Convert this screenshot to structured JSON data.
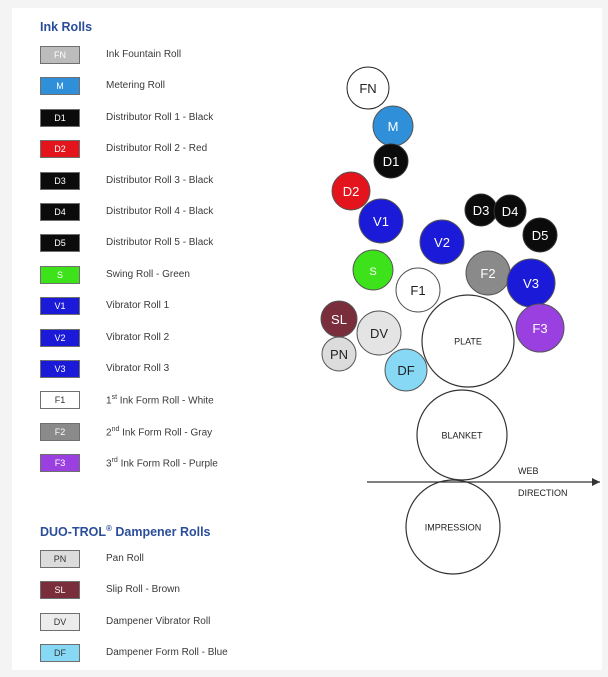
{
  "ink_rolls": {
    "title": "Ink Rolls",
    "items": [
      {
        "code": "FN",
        "label": "Ink Fountain Roll",
        "bg": "#bcbcbc",
        "fg": "#ffffff"
      },
      {
        "code": "M",
        "label": "Metering Roll",
        "bg": "#2f8fd8",
        "fg": "#ffffff"
      },
      {
        "code": "D1",
        "label": "Distributor Roll 1 - Black",
        "bg": "#0b0b0b",
        "fg": "#ffffff"
      },
      {
        "code": "D2",
        "label": "Distributor Roll 2 - Red",
        "bg": "#e3141c",
        "fg": "#ffffff"
      },
      {
        "code": "D3",
        "label": "Distributor Roll 3 - Black",
        "bg": "#0b0b0b",
        "fg": "#ffffff"
      },
      {
        "code": "D4",
        "label": "Distributor Roll 4 - Black",
        "bg": "#0b0b0b",
        "fg": "#ffffff"
      },
      {
        "code": "D5",
        "label": "Distributor Roll 5 - Black",
        "bg": "#0b0b0b",
        "fg": "#ffffff"
      },
      {
        "code": "S",
        "label": "Swing Roll - Green",
        "bg": "#3ee21b",
        "fg": "#ffffff"
      },
      {
        "code": "V1",
        "label": "Vibrator Roll 1",
        "bg": "#1a1ad8",
        "fg": "#ffffff"
      },
      {
        "code": "V2",
        "label": "Vibrator Roll 2",
        "bg": "#1a1ad8",
        "fg": "#ffffff"
      },
      {
        "code": "V3",
        "label": "Vibrator Roll 3",
        "bg": "#1a1ad8",
        "fg": "#ffffff"
      },
      {
        "code": "F1",
        "label": "1st Ink Form Roll - White",
        "sup": "st",
        "label_pre": "1",
        "label_post": " Ink Form Roll - White",
        "bg": "#ffffff",
        "fg": "#333333"
      },
      {
        "code": "F2",
        "label": "2nd Ink Form Roll - Gray",
        "sup": "nd",
        "label_pre": "2",
        "label_post": " Ink Form Roll - Gray",
        "bg": "#8a8a8a",
        "fg": "#ffffff"
      },
      {
        "code": "F3",
        "label": "3rd Ink Form Roll - Purple",
        "sup": "rd",
        "label_pre": "3",
        "label_post": " Ink Form Roll - Purple",
        "bg": "#9a40e0",
        "fg": "#ffffff"
      }
    ]
  },
  "dampener_rolls": {
    "title": "DUO-TROL",
    "title_mark": "®",
    "title_suffix": " Dampener Rolls",
    "items": [
      {
        "code": "PN",
        "label": "Pan Roll",
        "bg": "#dcdcdc",
        "fg": "#333333"
      },
      {
        "code": "SL",
        "label": "Slip Roll - Brown",
        "bg": "#7a2e3c",
        "fg": "#ffffff"
      },
      {
        "code": "DV",
        "label": "Dampener Vibrator Roll",
        "bg": "#ececec",
        "fg": "#333333"
      },
      {
        "code": "DF",
        "label": "Dampener Form Roll - Blue",
        "bg": "#86d8f4",
        "fg": "#333333"
      }
    ]
  },
  "diagram": {
    "plate_label": "PLATE",
    "blanket_label": "BLANKET",
    "impression_label": "IMPRESSION",
    "web_direction_line1": "WEB",
    "web_direction_line2": "DIRECTION",
    "rollers": [
      {
        "id": "FN",
        "label": "FN",
        "fill": "#ffffff",
        "stroke": "#222222",
        "text": "#222222"
      },
      {
        "id": "M",
        "label": "M",
        "fill": "#2f8fd8",
        "stroke": "#555555",
        "text": "#ffffff"
      },
      {
        "id": "D1",
        "label": "D1",
        "fill": "#0b0b0b",
        "stroke": "#333333",
        "text": "#ffffff"
      },
      {
        "id": "D2",
        "label": "D2",
        "fill": "#e3141c",
        "stroke": "#555555",
        "text": "#ffffff"
      },
      {
        "id": "V1",
        "label": "V1",
        "fill": "#1a1ad8",
        "stroke": "#555555",
        "text": "#ffffff"
      },
      {
        "id": "V2",
        "label": "V2",
        "fill": "#1a1ad8",
        "stroke": "#555555",
        "text": "#ffffff"
      },
      {
        "id": "D3",
        "label": "D3",
        "fill": "#0b0b0b",
        "stroke": "#333333",
        "text": "#ffffff"
      },
      {
        "id": "D4",
        "label": "D4",
        "fill": "#0b0b0b",
        "stroke": "#333333",
        "text": "#ffffff"
      },
      {
        "id": "D5",
        "label": "D5",
        "fill": "#0b0b0b",
        "stroke": "#333333",
        "text": "#ffffff"
      },
      {
        "id": "S",
        "label": "S",
        "fill": "#3ee21b",
        "stroke": "#555555",
        "text": "#ffffff"
      },
      {
        "id": "F1",
        "label": "F1",
        "fill": "#ffffff",
        "stroke": "#555555",
        "text": "#222222"
      },
      {
        "id": "F2",
        "label": "F2",
        "fill": "#8a8a8a",
        "stroke": "#555555",
        "text": "#ffffff"
      },
      {
        "id": "V3",
        "label": "V3",
        "fill": "#1a1ad8",
        "stroke": "#555555",
        "text": "#ffffff"
      },
      {
        "id": "F3",
        "label": "F3",
        "fill": "#9a40e0",
        "stroke": "#555555",
        "text": "#ffffff"
      },
      {
        "id": "SL",
        "label": "SL",
        "fill": "#7a2e3c",
        "stroke": "#555555",
        "text": "#ffffff"
      },
      {
        "id": "DV",
        "label": "DV",
        "fill": "#e4e4e4",
        "stroke": "#555555",
        "text": "#222222"
      },
      {
        "id": "PN",
        "label": "PN",
        "fill": "#dcdcdc",
        "stroke": "#555555",
        "text": "#222222"
      },
      {
        "id": "DF",
        "label": "DF",
        "fill": "#86d8f4",
        "stroke": "#555555",
        "text": "#222222"
      }
    ]
  }
}
